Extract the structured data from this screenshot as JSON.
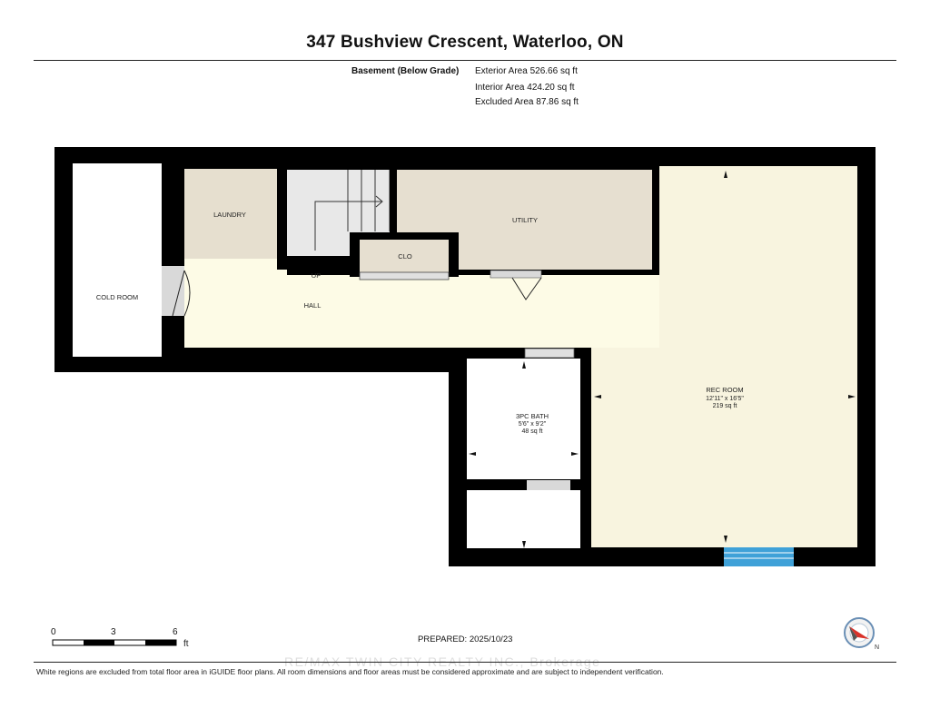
{
  "header": {
    "title": "347 Bushview Crescent, Waterloo, ON"
  },
  "areas": {
    "level_label": "Basement (Below Grade)",
    "exterior": "Exterior Area 526.66 sq ft",
    "interior": "Interior Area 424.20 sq ft",
    "excluded": "Excluded Area 87.86 sq ft"
  },
  "rooms": {
    "cold_room": "COLD ROOM",
    "laundry": "LAUNDRY",
    "utility": "UTILITY",
    "closet": "CLO",
    "stairs_up": "UP",
    "hall": "HALL",
    "rec_room": {
      "name": "REC ROOM",
      "dimensions": "12'11\" x 16'5\"",
      "area": "219 sq ft"
    },
    "bath": {
      "name": "3PC BATH",
      "dimensions": "5'6\" x 9'2\"",
      "area": "48 sq ft"
    }
  },
  "scale": {
    "ticks": [
      "0",
      "3",
      "6"
    ],
    "unit": "ft"
  },
  "footer": {
    "prepared": "PREPARED: 2025/10/23",
    "watermark": "RE/MAX TWIN CITY REALTY INC., Brokerage",
    "disclaimer": "White regions are excluded from total floor area in iGUIDE floor plans. All room dimensions and floor areas must be considered approximate and are subject to independent verification."
  },
  "colors": {
    "wall": "#000000",
    "hall_fill": "#fdfbe6",
    "rec_fill": "#f8f4df",
    "laundry_fill": "#e6dfcf",
    "utility_fill": "#e6dfd0",
    "stair_fill": "#e8e8e8",
    "window": "#3fa1d8",
    "door_gray": "#d9d9d9",
    "compass_red": "#d9322a"
  },
  "icons": {
    "compass": "north-compass-icon",
    "dimension_arrows": "dimension-arrow-icon"
  }
}
